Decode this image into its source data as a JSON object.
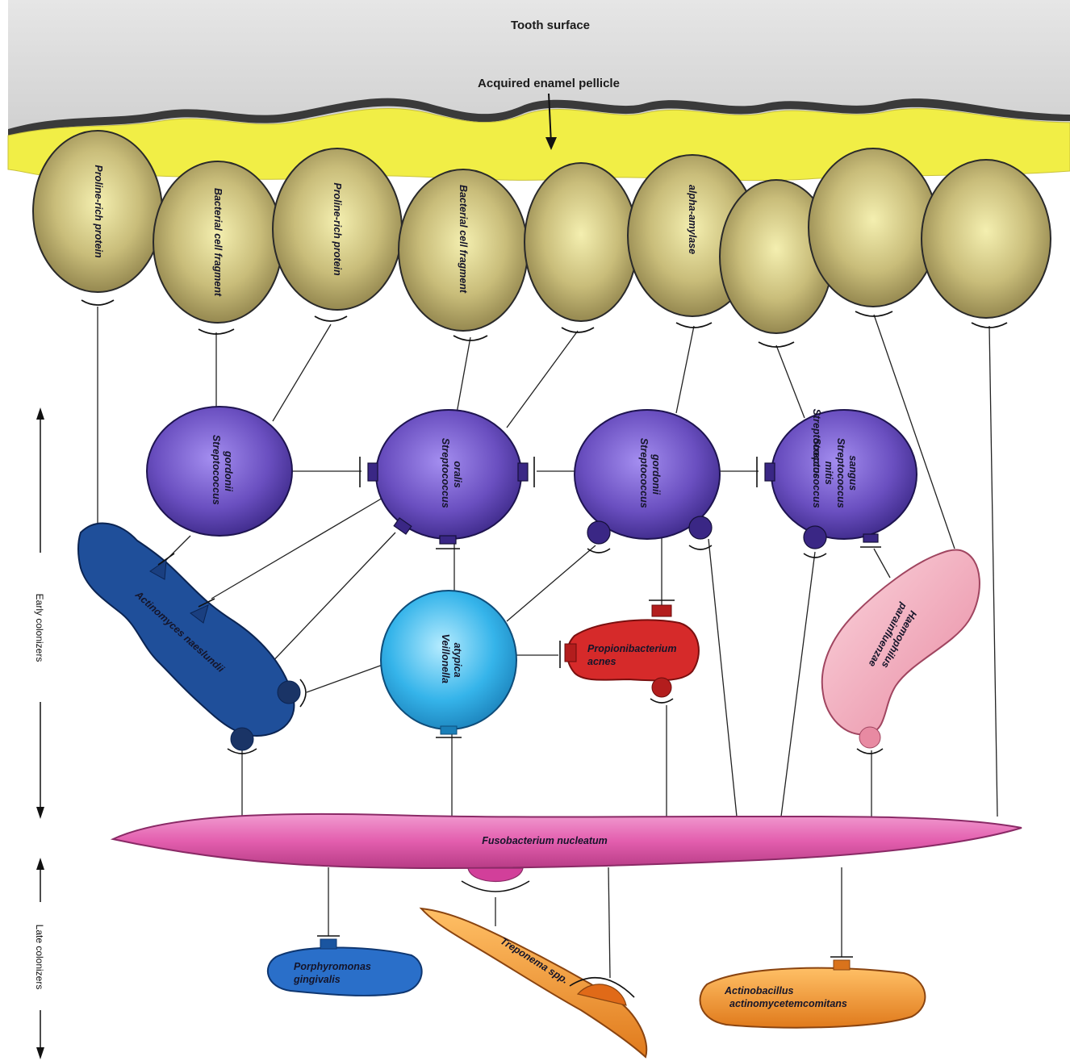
{
  "tooth": {
    "surface_label": "Tooth surface",
    "pellicle_label": "Acquired enamel pellicle"
  },
  "receptors": {
    "proline_rich_1": "Proline-rich protein",
    "bacterial_fragment_1": "Bacterial cell fragment",
    "proline_rich_2": "Proline-rich protein",
    "bacterial_fragment_2": "Bacterial cell fragment",
    "alpha_amylase": "alpha-amylase"
  },
  "bacteria": {
    "s_gordonii_1": "Streptococcus gordonii",
    "s_oralis": "Streptococcus oralis",
    "s_gordonii_2": "Streptococcus gordonii",
    "s_group": "Streptococcus oralis Streptococcus mitis Streptococcus sangus",
    "actinomyces": "Actinomyces naeslundii",
    "veillonella": "Veillonella atypica",
    "propionibacterium": "Propionibacterium acnes",
    "haemophilus": "Haemophilus parainfluenzae",
    "fusobacterium": "Fusobacterium nucleatum",
    "porphyromonas": "Porphyromonas gingivalis",
    "treponema": "Treponema spp.",
    "actinobacillus": "Actinobacillus actinomycetemcomitans"
  },
  "side_labels": {
    "early": "Early colonizers",
    "late": "Late colonizers"
  },
  "colors": {
    "tooth": "#d8d8d8",
    "pellicle": "#f1ee46",
    "receptor": "#b8ac6e",
    "streptococcus": "#6a4fc0",
    "actinomyces": "#1f4f9a",
    "veillonella": "#35b4ea",
    "propionibacterium": "#d62a2a",
    "haemophilus": "#f3a6b8",
    "fusobacterium": "#e35eae",
    "porphyromonas": "#2a6fc9",
    "treponema": "#f0862e",
    "actinobacillus": "#f29a30"
  }
}
